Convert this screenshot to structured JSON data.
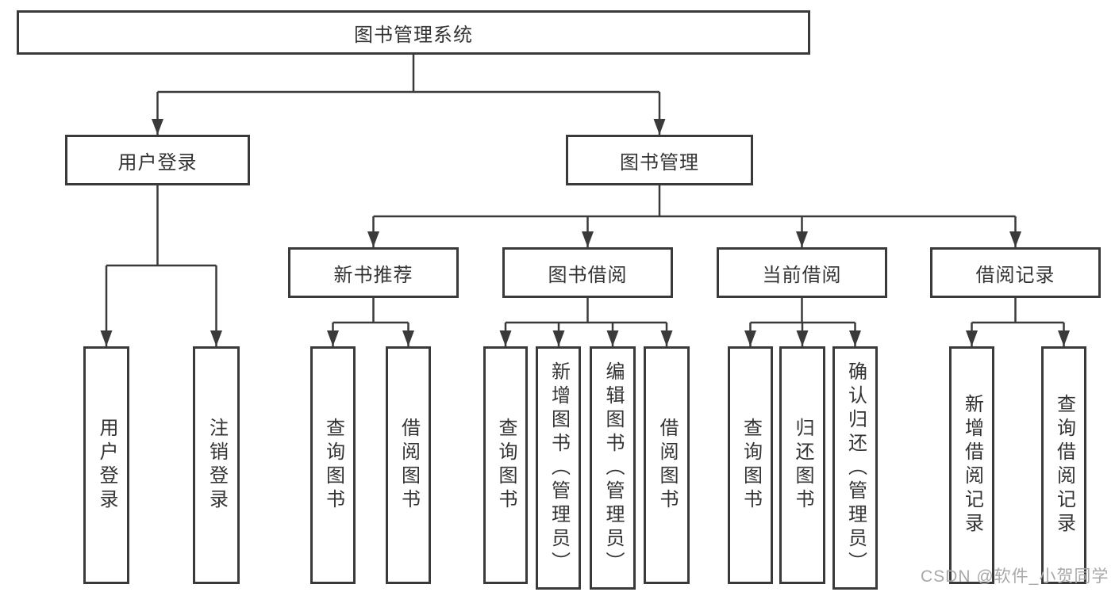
{
  "tree": {
    "root": {
      "label": "图书管理系统"
    },
    "branches": [
      {
        "label": "用户登录",
        "children": [
          {
            "label": "用户登录"
          },
          {
            "label": "注销登录"
          }
        ]
      },
      {
        "label": "图书管理",
        "children": [
          {
            "label": "新书推荐",
            "children": [
              {
                "label": "查询图书"
              },
              {
                "label": "借阅图书"
              }
            ]
          },
          {
            "label": "图书借阅",
            "children": [
              {
                "label": "查询图书"
              },
              {
                "label": "新增图书（管理员）"
              },
              {
                "label": "编辑图书（管理员）"
              },
              {
                "label": "借阅图书"
              }
            ]
          },
          {
            "label": "当前借阅",
            "children": [
              {
                "label": "查询图书"
              },
              {
                "label": "归还图书"
              },
              {
                "label": "确认归还（管理员）"
              }
            ]
          },
          {
            "label": "借阅记录",
            "children": [
              {
                "label": "新增借阅记录"
              },
              {
                "label": "查询借阅记录"
              }
            ]
          }
        ]
      }
    ]
  },
  "watermark": {
    "text": "CSDN @软件_小贺同学"
  },
  "colors": {
    "line": "#3a3a3a",
    "box_border": "#3a3a3a",
    "text": "#333333",
    "watermark": "#a8a8a8",
    "background": "#ffffff"
  }
}
